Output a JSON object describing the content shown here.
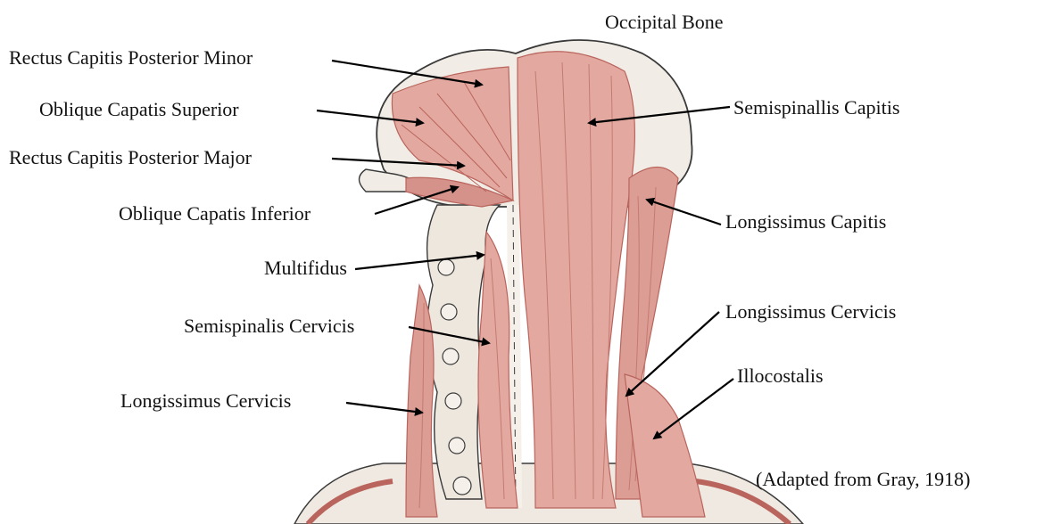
{
  "labels": {
    "occipital_bone": "Occipital Bone",
    "rectus_capitis_posterior_minor": "Rectus Capitis Posterior Minor",
    "oblique_capatis_superior": "Oblique Capatis Superior",
    "rectus_capitis_posterior_major": "Rectus Capitis Posterior Major",
    "oblique_capatis_inferior": "Oblique Capatis Inferior",
    "multifidus": "Multifidus",
    "semispinalis_cervicis": "Semispinalis Cervicis",
    "longissimus_cervicis_left": "Longissimus Cervicis",
    "semispinallis_capitis": "Semispinallis Capitis",
    "longissimus_capitis": "Longissimus Capitis",
    "longissimus_cervicis_right": "Longissimus Cervicis",
    "illocostalis": "Illocostalis"
  },
  "citation": "(Adapted from Gray, 1918)",
  "colors": {
    "muscle": "#e3a9a0",
    "muscle_dark": "#b9645c",
    "bone": "#f1ede6",
    "outline": "#3a3a3a",
    "arrow": "#000000"
  }
}
